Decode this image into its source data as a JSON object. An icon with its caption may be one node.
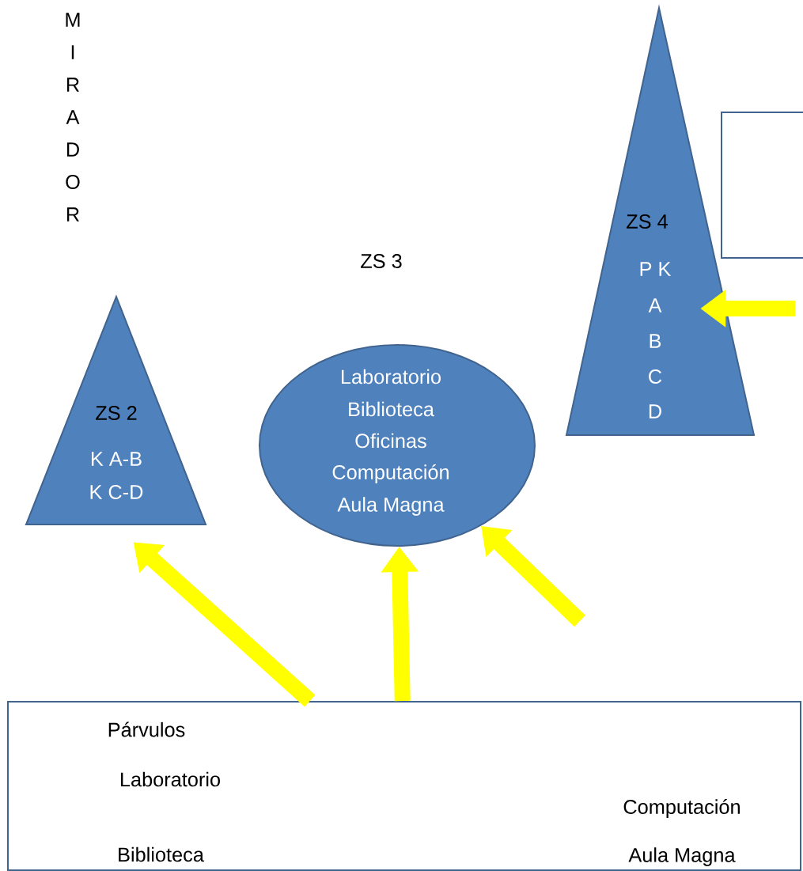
{
  "diagram": {
    "nodes": [
      {
        "text": [
          "ZS 2",
          "K A-B",
          "K C-D"
        ]
      },
      {
        "text": [
          "ZS 3",
          "Laboratorio",
          "Biblioteca",
          "Oficinas",
          "Computación",
          "Aula Magna"
        ]
      },
      {
        "text": [
          "ZS 4",
          "P K",
          "A",
          "B",
          "C",
          "D"
        ]
      },
      {
        "text": [
          "Párvulos",
          "Laboratorio",
          "Biblioteca",
          "Computación",
          "Aula Magna"
        ]
      },
      {
        "text": [],
        "shape": "box"
      }
    ],
    "edges": [
      {
        "from": 3,
        "to": 0,
        "arrow": "to"
      },
      {
        "from": 3,
        "to": 1,
        "arrow": "to"
      },
      {
        "from": null,
        "to": 1,
        "arrow": "to"
      },
      {
        "from": null,
        "to": 2,
        "arrow": "to"
      }
    ],
    "labels": [
      "M",
      "I",
      "R",
      "A",
      "D",
      "O",
      "R"
    ]
  }
}
